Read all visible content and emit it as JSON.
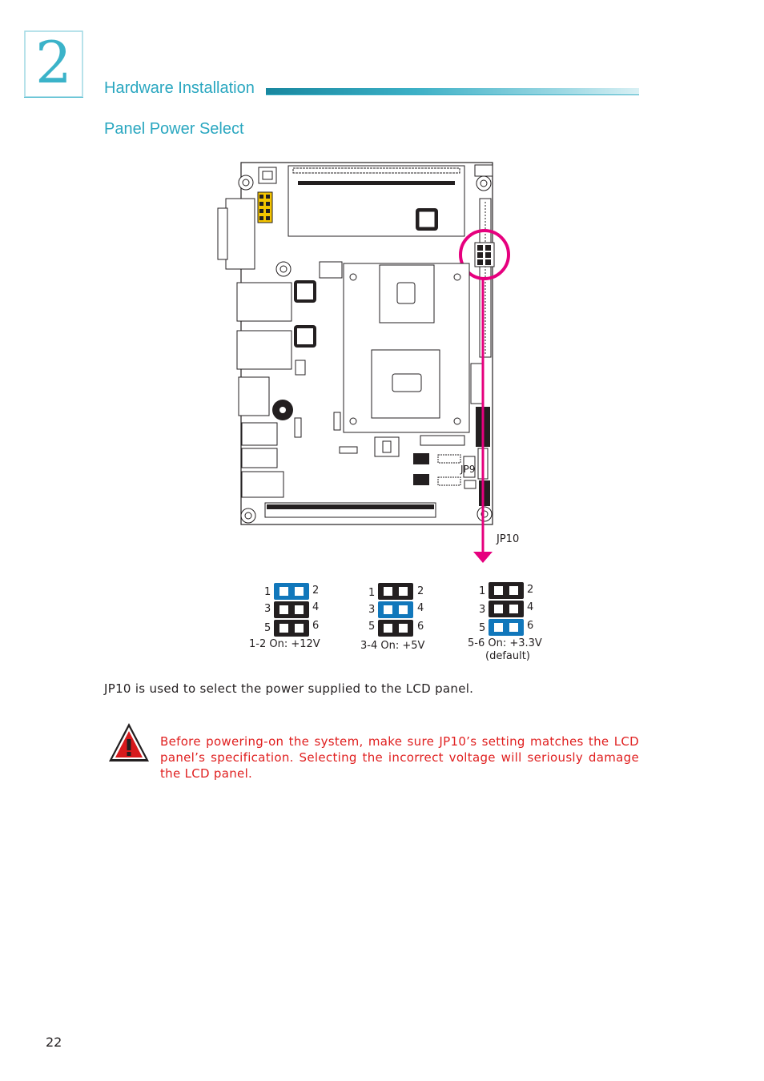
{
  "chapter": {
    "number": "2",
    "title": "Hardware Installation"
  },
  "section": {
    "title": "Panel Power Select"
  },
  "diagram": {
    "board_label": "JP9",
    "callout_label": "JP10"
  },
  "jumpers": [
    {
      "pins": [
        "1",
        "2",
        "3",
        "4",
        "5",
        "6"
      ],
      "caption": "1-2 On: +12V",
      "note": "",
      "active_pair": 1
    },
    {
      "pins": [
        "1",
        "2",
        "3",
        "4",
        "5",
        "6"
      ],
      "caption": "3-4 On: +5V",
      "note": "",
      "active_pair": 2
    },
    {
      "pins": [
        "1",
        "2",
        "3",
        "4",
        "5",
        "6"
      ],
      "caption": "5-6 On: +3.3V",
      "note": "(default)",
      "active_pair": 3
    }
  ],
  "body": {
    "text": "JP10 is used to select the power supplied to the LCD panel."
  },
  "warning": {
    "icon": "warning-triangle-icon",
    "text": "Before powering-on the system, make sure JP10’s setting matches the LCD panel’s specification. Selecting the incorrect voltage will seriously damage the LCD panel."
  },
  "page": {
    "number": "22"
  },
  "colors": {
    "accent": "#2aa7c0",
    "highlight": "#e6007e",
    "jumper_on": "#1177bb",
    "warning_text": "#e02020"
  }
}
